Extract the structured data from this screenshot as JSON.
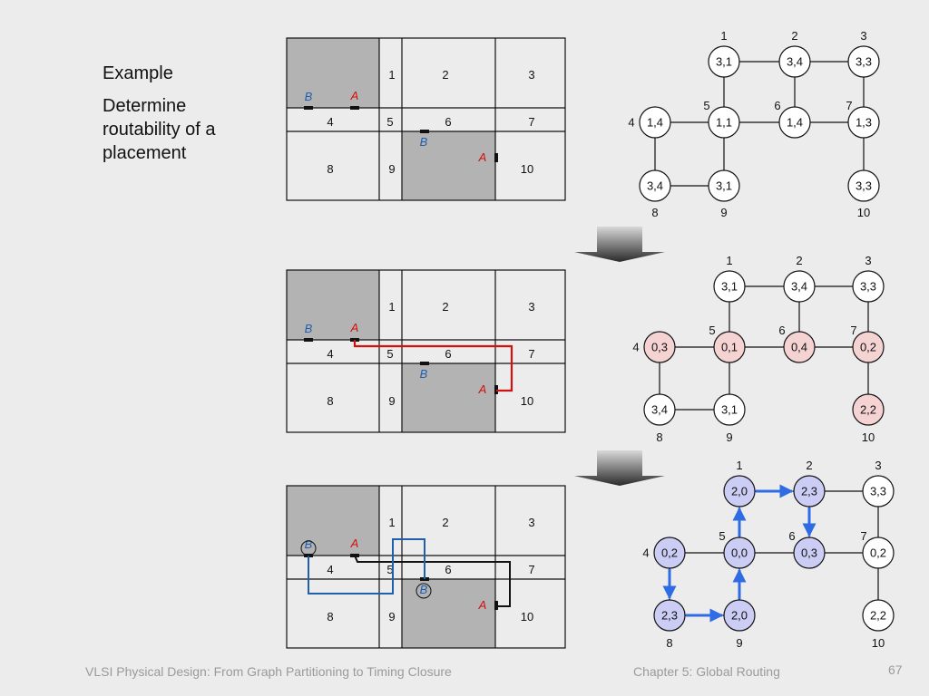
{
  "slide": {
    "example_label": "Example",
    "description": "Determine routability of a placement",
    "footer_left": "VLSI Physical Design: From Graph Partitioning to Timing Closure",
    "footer_center": "Chapter 5: Global Routing",
    "page_number": "67"
  },
  "colors": {
    "obstacle": "#b3b3b3",
    "route_a": "#d11010",
    "route_b": "#1f5fae",
    "route_final_a": "#111111",
    "node_pink": "#f6d3d3",
    "node_blue": "#cbcdf5",
    "arrow_blue": "#2f6be2",
    "pin_a_label": "#d11010",
    "pin_b_label": "#1f5fae"
  },
  "grid": {
    "cell_labels": [
      "1",
      "2",
      "3",
      "4",
      "5",
      "6",
      "7",
      "8",
      "9",
      "10"
    ],
    "pin_a": "A",
    "pin_b": "B"
  },
  "graphs": [
    {
      "id": "graph-initial",
      "top_labels": [
        "1",
        "2",
        "3"
      ],
      "side_labels": {
        "n4": "4",
        "n5": "5",
        "n6": "6",
        "n7": "7"
      },
      "bottom_labels": [
        "8",
        "9",
        "10"
      ],
      "nodes": {
        "n1": "3,1",
        "n2": "3,4",
        "n3": "3,3",
        "n4": "1,4",
        "n5": "1,1",
        "n6": "1,4",
        "n7": "1,3",
        "n8": "3,4",
        "n9": "3,1",
        "n10": "3,3"
      },
      "highlight": [],
      "arrows": []
    },
    {
      "id": "graph-after-a",
      "top_labels": [
        "1",
        "2",
        "3"
      ],
      "side_labels": {
        "n4": "4",
        "n5": "5",
        "n6": "6",
        "n7": "7"
      },
      "bottom_labels": [
        "8",
        "9",
        "10"
      ],
      "nodes": {
        "n1": "3,1",
        "n2": "3,4",
        "n3": "3,3",
        "n4": "0,3",
        "n5": "0,1",
        "n6": "0,4",
        "n7": "0,2",
        "n8": "3,4",
        "n9": "3,1",
        "n10": "2,2"
      },
      "highlight": [
        "n4",
        "n5",
        "n6",
        "n7",
        "n10"
      ],
      "arrows": []
    },
    {
      "id": "graph-after-b",
      "top_labels": [
        "1",
        "2",
        "3"
      ],
      "side_labels": {
        "n4": "4",
        "n5": "5",
        "n6": "6",
        "n7": "7"
      },
      "bottom_labels": [
        "8",
        "9",
        "10"
      ],
      "nodes": {
        "n1": "2,0",
        "n2": "2,3",
        "n3": "3,3",
        "n4": "0,2",
        "n5": "0,0",
        "n6": "0,3",
        "n7": "0,2",
        "n8": "2,3",
        "n9": "2,0",
        "n10": "2,2"
      },
      "highlight": [
        "n1",
        "n2",
        "n4",
        "n5",
        "n6",
        "n8",
        "n9"
      ],
      "arrows": [
        [
          "n4",
          "n8"
        ],
        [
          "n8",
          "n9"
        ],
        [
          "n9",
          "n5"
        ],
        [
          "n5",
          "n1"
        ],
        [
          "n1",
          "n2"
        ],
        [
          "n2",
          "n6"
        ]
      ]
    }
  ]
}
